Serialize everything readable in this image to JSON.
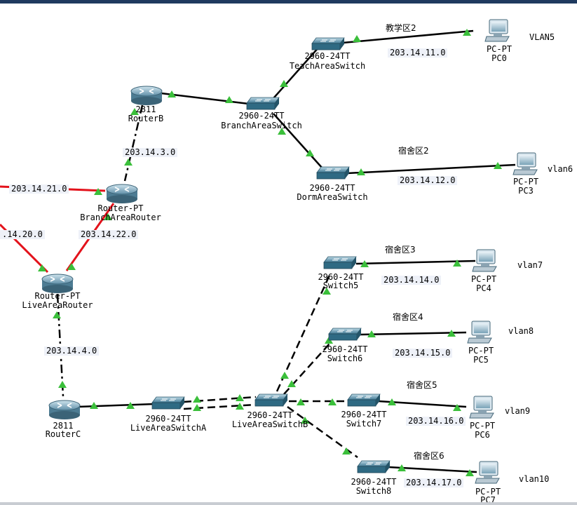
{
  "devices": {
    "routerB": {
      "model": "2811",
      "name": "RouterB"
    },
    "branchRtr": {
      "model": "Router-PT",
      "name": "BranchAreaRouter"
    },
    "liveRtr": {
      "model": "Router-PT",
      "name": "LiveAreaRouter"
    },
    "routerC": {
      "model": "2811",
      "name": "RouterC"
    },
    "teachSw": {
      "model": "2960-24TT",
      "name": "TeachAreaSwitch"
    },
    "branchSw": {
      "model": "2960-24TT",
      "name": "BranchAreaSwitch"
    },
    "dormSw": {
      "model": "2960-24TT",
      "name": "DormAreaSwitch"
    },
    "switch5": {
      "model": "2960-24TT",
      "name": "Switch5"
    },
    "switch6": {
      "model": "2960-24TT",
      "name": "Switch6"
    },
    "switch7": {
      "model": "2960-24TT",
      "name": "Switch7"
    },
    "switch8": {
      "model": "2960-24TT",
      "name": "Switch8"
    },
    "liveSwA": {
      "model": "2960-24TT",
      "name": "LiveAreaSwitchA"
    },
    "liveSwB": {
      "model": "2960-24TT",
      "name": "LiveAreaSwitchB"
    },
    "pc0": {
      "model": "PC-PT",
      "name": "PC0"
    },
    "pc3": {
      "model": "PC-PT",
      "name": "PC3"
    },
    "pc4": {
      "model": "PC-PT",
      "name": "PC4"
    },
    "pc5": {
      "model": "PC-PT",
      "name": "PC5"
    },
    "pc6": {
      "model": "PC-PT",
      "name": "PC6"
    },
    "pc7": {
      "model": "PC-PT",
      "name": "PC7"
    }
  },
  "networks": {
    "n11": "203.14.11.0",
    "n12": "203.14.12.0",
    "n3": "203.14.3.0",
    "n21": "203.14.21.0",
    "n20": ".14.20.0",
    "n22": "203.14.22.0",
    "n4": "203.14.4.0",
    "n14": "203.14.14.0",
    "n15": "203.14.15.0",
    "n16": "203.14.16.0",
    "n17": "203.14.17.0"
  },
  "zones": {
    "teach2": "教学区2",
    "dorm2": "宿舍区2",
    "dorm3": "宿舍区3",
    "dorm4": "宿舍区4",
    "dorm5": "宿舍区5",
    "dorm6": "宿舍区6"
  },
  "vlans": {
    "v5": "VLAN5",
    "v6": "vlan6",
    "v7": "vlan7",
    "v8": "vlan8",
    "v9": "vlan9",
    "v10": "vlan10"
  },
  "colors": {
    "link": "#000000",
    "serial": "#e3121b",
    "port_up": "#3bbf3b",
    "titlebar": "#1f3a5f"
  }
}
